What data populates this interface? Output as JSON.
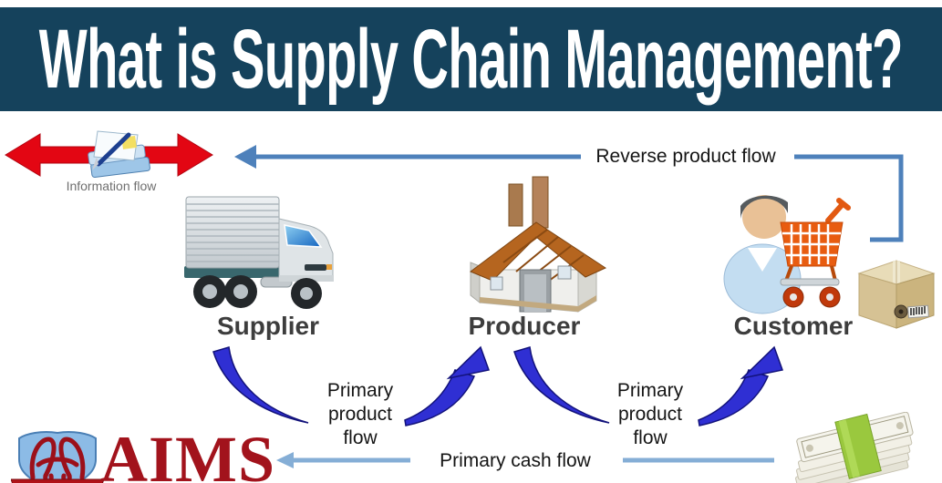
{
  "header": {
    "title": "What is Supply Chain Management?"
  },
  "diagram": {
    "information_flow": {
      "label": "Information flow",
      "icon": "document-pen-icon",
      "arrow": "red-double-headed-arrow"
    },
    "reverse_product_flow": {
      "label": "Reverse product flow",
      "arrow": "blue-elbow-arrow-left"
    },
    "nodes": [
      {
        "id": "supplier",
        "label": "Supplier",
        "icon": "truck-icon"
      },
      {
        "id": "producer",
        "label": "Producer",
        "icon": "factory-icon"
      },
      {
        "id": "customer",
        "label": "Customer",
        "icon": "person-shopping-cart-icon"
      }
    ],
    "primary_product_flow_1": {
      "label": "Primary product flow",
      "arrow": "blue-curved-arrow-up"
    },
    "primary_product_flow_2": {
      "label": "Primary product flow",
      "arrow": "blue-curved-arrow-up"
    },
    "primary_cash_flow": {
      "label": "Primary cash flow",
      "arrow": "light-blue-arrow-left"
    },
    "package": {
      "icon": "cardboard-box-icon"
    },
    "cash": {
      "icon": "money-stack-icon"
    }
  },
  "logo": {
    "text": "AIMS",
    "emblem": "aims-crest-icon"
  },
  "colors": {
    "header_bg": "#15425c",
    "header_text": "#ffffff",
    "information_arrow_red": "#e30613",
    "reverse_flow_blue": "#4e81bb",
    "product_flow_blue": "#2f2fd3",
    "cash_flow_blue": "#85aed6",
    "node_label_gray": "#3d3d3d",
    "info_label_gray": "#6f6f6f",
    "aims_red": "#a2131c"
  }
}
